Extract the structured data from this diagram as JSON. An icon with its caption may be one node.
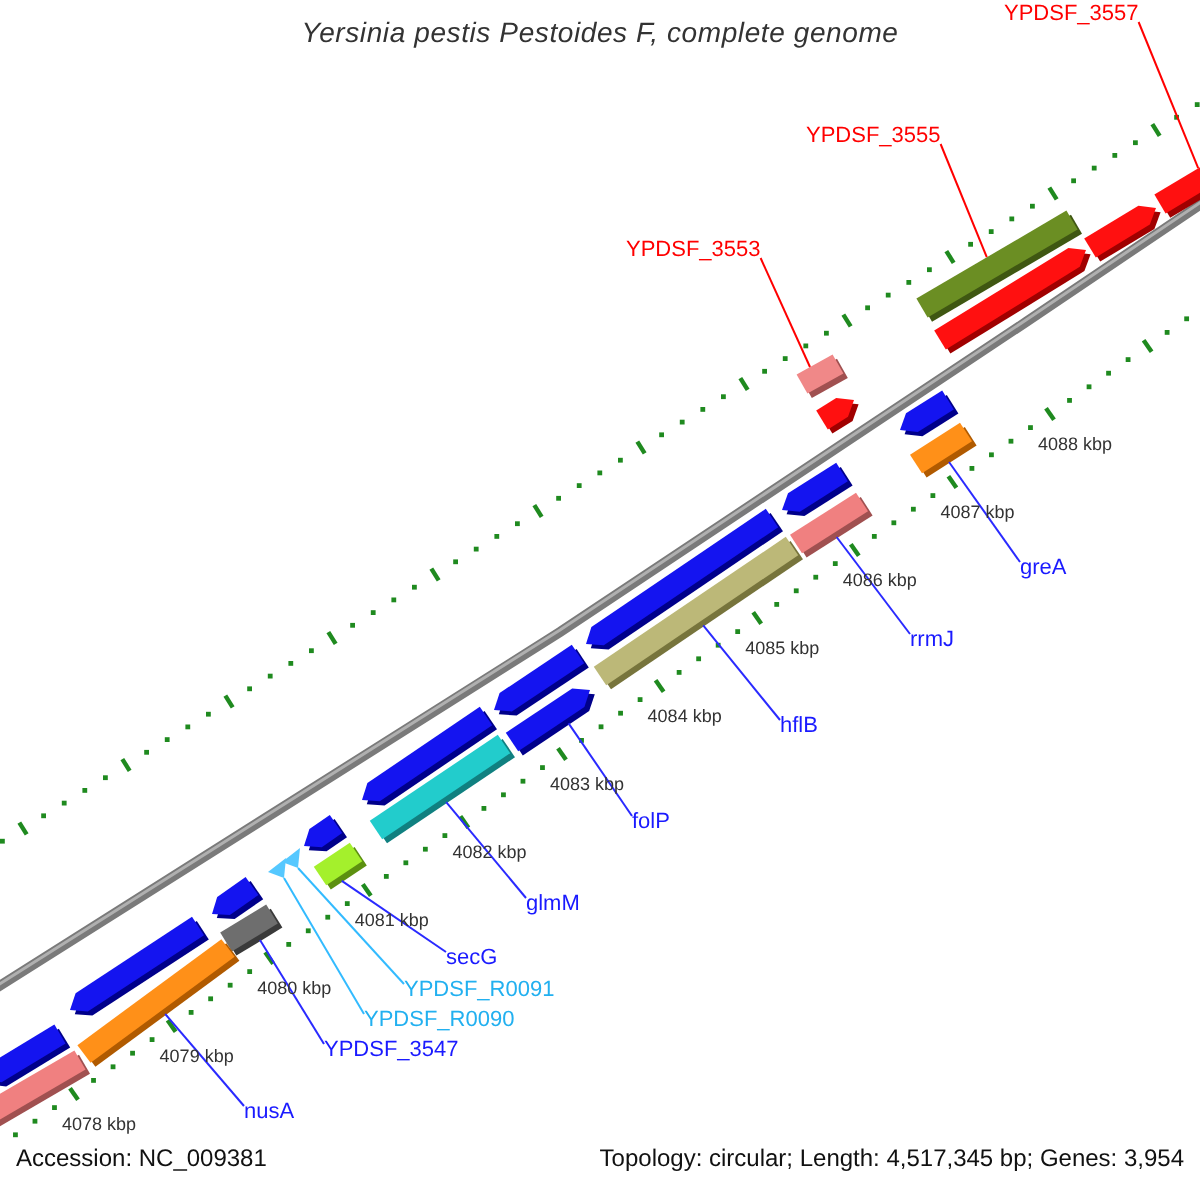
{
  "diagram": {
    "title": "Yersinia pestis Pestoides F, complete genome",
    "nodes": [
      {
        "text": [
          "YPDSF_3557"
        ]
      },
      {
        "text": [
          "YPDSF_3555"
        ]
      },
      {
        "text": [
          "YPDSF_3553"
        ]
      },
      {
        "text": [
          "greA"
        ]
      },
      {
        "text": [
          "rrmJ"
        ]
      },
      {
        "text": [
          "hflB"
        ]
      },
      {
        "text": [
          "folP"
        ]
      },
      {
        "text": [
          "glmM"
        ]
      },
      {
        "text": [
          "secG"
        ]
      },
      {
        "text": [
          "YPDSF_R0091"
        ]
      },
      {
        "text": [
          "YPDSF_R0090"
        ]
      },
      {
        "text": [
          "YPDSF_3547"
        ]
      },
      {
        "text": [
          "nusA"
        ]
      },
      {
        "text": [],
        "shape": "arrow"
      },
      {
        "text": [],
        "shape": "bar"
      },
      {
        "text": [],
        "shape": "bar"
      },
      {
        "text": [],
        "shape": "bar"
      },
      {
        "text": [],
        "shape": "bar"
      },
      {
        "text": [],
        "shape": "bar"
      },
      {
        "text": [],
        "shape": "arrow"
      },
      {
        "text": [],
        "shape": "bar"
      },
      {
        "text": [],
        "shape": "bar"
      },
      {
        "text": [],
        "shape": "triangle"
      },
      {
        "text": [],
        "shape": "triangle"
      },
      {
        "text": [],
        "shape": "bar"
      },
      {
        "text": [],
        "shape": "bar"
      },
      {
        "text": [],
        "shape": "arrow"
      },
      {
        "text": [],
        "shape": "arrow"
      },
      {
        "text": [],
        "shape": "arrow"
      },
      {
        "text": [],
        "shape": "arrow"
      },
      {
        "text": [],
        "shape": "arrow"
      },
      {
        "text": [],
        "shape": "arrow"
      },
      {
        "text": [],
        "shape": "arrow"
      },
      {
        "text": [],
        "shape": "arrow"
      },
      {
        "text": [],
        "shape": "arrow"
      },
      {
        "text": [],
        "shape": "bar"
      },
      {
        "text": [],
        "shape": "arrow"
      },
      {
        "text": [],
        "shape": "arrow"
      },
      {
        "text": [],
        "shape": "arrow"
      }
    ],
    "edges": [
      {
        "from": 0,
        "to": 13,
        "arrow": "none",
        "color": "#ff0000"
      },
      {
        "from": 1,
        "to": 14,
        "arrow": "none",
        "color": "#ff0000"
      },
      {
        "from": 2,
        "to": 15,
        "arrow": "none",
        "color": "#ff0000"
      },
      {
        "from": 3,
        "to": 16,
        "arrow": "none"
      },
      {
        "from": 4,
        "to": 17,
        "arrow": "none"
      },
      {
        "from": 5,
        "to": 18,
        "arrow": "none"
      },
      {
        "from": 6,
        "to": 19,
        "arrow": "none"
      },
      {
        "from": 7,
        "to": 20,
        "arrow": "none"
      },
      {
        "from": 8,
        "to": 21,
        "arrow": "none"
      },
      {
        "from": 9,
        "to": 22,
        "arrow": "none",
        "color": "#33bbff"
      },
      {
        "from": 10,
        "to": 23,
        "arrow": "none",
        "color": "#33bbff"
      },
      {
        "from": 11,
        "to": 24,
        "arrow": "none"
      },
      {
        "from": 12,
        "to": 25,
        "arrow": "none"
      }
    ],
    "labels": [
      "4088 kbp",
      "4087 kbp",
      "4086 kbp",
      "4085 kbp",
      "4084 kbp",
      "4083 kbp",
      "4082 kbp",
      "4081 kbp",
      "4080 kbp",
      "4079 kbp",
      "4078 kbp",
      "Accession: NC_009381",
      "Topology: circular; Length: 4,517,345 bp; Genes: 3,954"
    ]
  }
}
